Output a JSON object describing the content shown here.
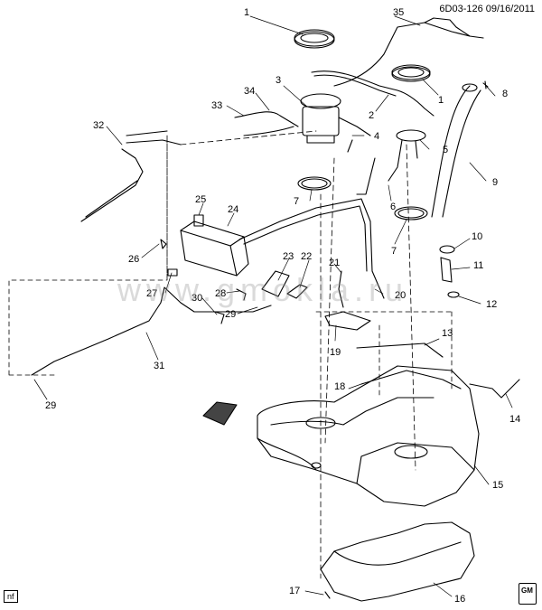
{
  "header": {
    "ref_code": "6D03-126 09/16/2011"
  },
  "badge": {
    "label": "nf"
  },
  "watermark": {
    "text": "www.gmokla.ru"
  },
  "logo": {
    "text": "GM"
  },
  "callouts": [
    {
      "id": "c1",
      "text": "1"
    },
    {
      "id": "c1b",
      "text": "1"
    },
    {
      "id": "c2",
      "text": "2"
    },
    {
      "id": "c3",
      "text": "3"
    },
    {
      "id": "c4",
      "text": "4"
    },
    {
      "id": "c5",
      "text": "5"
    },
    {
      "id": "c6",
      "text": "6"
    },
    {
      "id": "c7a",
      "text": "7"
    },
    {
      "id": "c7b",
      "text": "7"
    },
    {
      "id": "c8",
      "text": "8"
    },
    {
      "id": "c9",
      "text": "9"
    },
    {
      "id": "c10",
      "text": "10"
    },
    {
      "id": "c11",
      "text": "11"
    },
    {
      "id": "c12",
      "text": "12"
    },
    {
      "id": "c13",
      "text": "13"
    },
    {
      "id": "c14",
      "text": "14"
    },
    {
      "id": "c15",
      "text": "15"
    },
    {
      "id": "c16",
      "text": "16"
    },
    {
      "id": "c17",
      "text": "17"
    },
    {
      "id": "c18",
      "text": "18"
    },
    {
      "id": "c19",
      "text": "19"
    },
    {
      "id": "c20",
      "text": "20"
    },
    {
      "id": "c21",
      "text": "21"
    },
    {
      "id": "c22",
      "text": "22"
    },
    {
      "id": "c23",
      "text": "23"
    },
    {
      "id": "c24",
      "text": "24"
    },
    {
      "id": "c25",
      "text": "25"
    },
    {
      "id": "c26",
      "text": "26"
    },
    {
      "id": "c27",
      "text": "27"
    },
    {
      "id": "c28",
      "text": "28"
    },
    {
      "id": "c29a",
      "text": "29"
    },
    {
      "id": "c29b",
      "text": "29"
    },
    {
      "id": "c30",
      "text": "30"
    },
    {
      "id": "c31",
      "text": "31"
    },
    {
      "id": "c32",
      "text": "32"
    },
    {
      "id": "c33",
      "text": "33"
    },
    {
      "id": "c34",
      "text": "34"
    },
    {
      "id": "c35",
      "text": "35"
    }
  ]
}
